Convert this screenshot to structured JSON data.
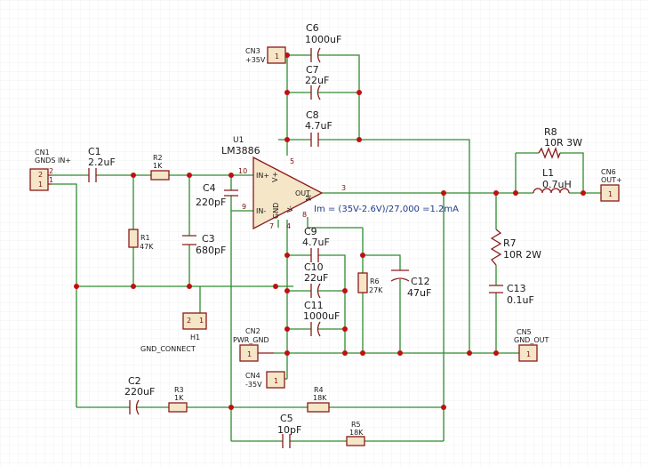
{
  "parts": {
    "C1": {
      "ref": "C1",
      "val": "2.2uF"
    },
    "C2": {
      "ref": "C2",
      "val": "220uF"
    },
    "C3": {
      "ref": "C3",
      "val": "680pF"
    },
    "C4": {
      "ref": "C4",
      "val": "220pF"
    },
    "C5": {
      "ref": "C5",
      "val": "10pF"
    },
    "C6": {
      "ref": "C6",
      "val": "1000uF"
    },
    "C7": {
      "ref": "C7",
      "val": "22uF"
    },
    "C8": {
      "ref": "C8",
      "val": "4.7uF"
    },
    "C9": {
      "ref": "C9",
      "val": "4.7uF"
    },
    "C10": {
      "ref": "C10",
      "val": "22uF"
    },
    "C11": {
      "ref": "C11",
      "val": "1000uF"
    },
    "C12": {
      "ref": "C12",
      "val": "47uF"
    },
    "C13": {
      "ref": "C13",
      "val": "0.1uF"
    },
    "R1": {
      "ref": "R1",
      "val": "47K"
    },
    "R2": {
      "ref": "R2",
      "val": "1K"
    },
    "R3": {
      "ref": "R3",
      "val": "1K"
    },
    "R4": {
      "ref": "R4",
      "val": "18K"
    },
    "R5": {
      "ref": "R5",
      "val": "18K"
    },
    "R6": {
      "ref": "R6",
      "val": "27K"
    },
    "R7": {
      "ref": "R7",
      "val": "10R 2W"
    },
    "R8": {
      "ref": "R8",
      "val": "10R 3W"
    },
    "L1": {
      "ref": "L1",
      "val": "0.7uH"
    },
    "U1": {
      "ref": "U1",
      "val": "LM3886"
    },
    "H1": {
      "ref": "H1",
      "val": "GND_CONNECT"
    },
    "CN1": {
      "ref": "CN1",
      "val": "GNDS IN+"
    },
    "CN2": {
      "ref": "CN2",
      "val": "PWR_GND"
    },
    "CN3": {
      "ref": "CN3",
      "val": "+35V"
    },
    "CN4": {
      "ref": "CN4",
      "val": "-35V"
    },
    "CN5": {
      "ref": "CN5",
      "val": "GND_OUT"
    },
    "CN6": {
      "ref": "CN6",
      "val": "OUT+"
    }
  },
  "opamp": {
    "in_plus": "IN+",
    "in_minus": "IN-",
    "vplus": "V+",
    "vminus": "V-",
    "gnd": "GND",
    "m": "M",
    "out": "OUT",
    "pins": {
      "p10": "10",
      "p9": "9",
      "p5": "5",
      "p4": "4",
      "p7": "7",
      "p8": "8",
      "p3": "3"
    }
  },
  "pin_numbers": {
    "one": "1",
    "two": "2"
  },
  "annotation": "Im = (35V-2.6V)/27,000 =1.2mA"
}
